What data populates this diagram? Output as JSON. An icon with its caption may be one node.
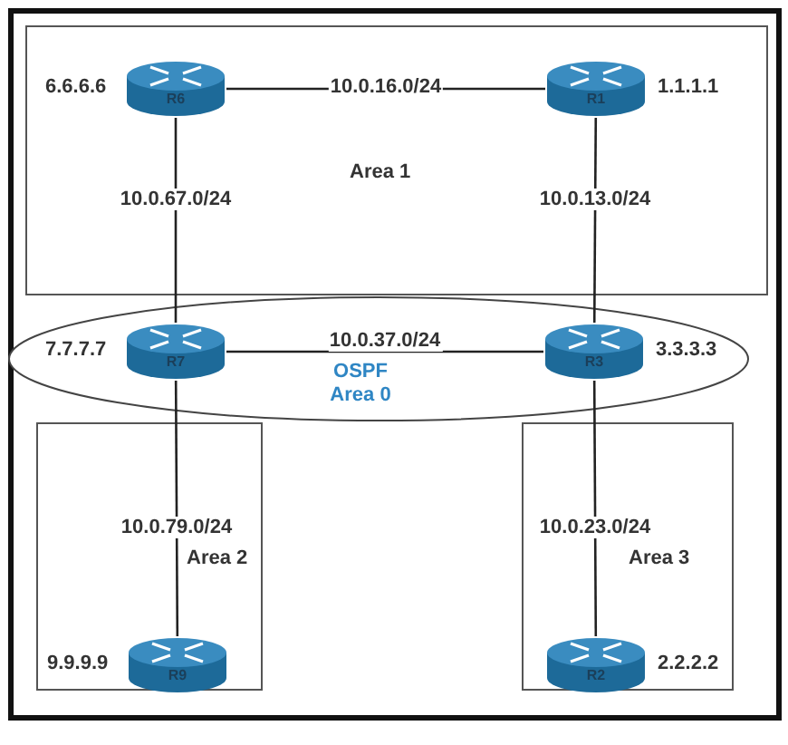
{
  "diagram": {
    "nodes": [
      {
        "text": [
          "Area 1"
        ]
      },
      {
        "text": [
          "R6"
        ],
        "in": 0,
        "beside": [
          "6.6.6.6"
        ]
      },
      {
        "text": [
          "R1"
        ],
        "in": 0,
        "beside": [
          "1.1.1.1"
        ]
      },
      {
        "text": [
          "OSPF Area 0"
        ]
      },
      {
        "text": [
          "R7"
        ],
        "in": 3,
        "beside": [
          "7.7.7.7"
        ]
      },
      {
        "text": [
          "R3"
        ],
        "in": 3,
        "beside": [
          "3.3.3.3"
        ]
      },
      {
        "text": [
          "Area 2"
        ]
      },
      {
        "text": [
          "R9"
        ],
        "in": 6,
        "beside": [
          "9.9.9.9"
        ]
      },
      {
        "text": [
          "Area 3"
        ]
      },
      {
        "text": [
          "R2"
        ],
        "in": 8,
        "beside": [
          "2.2.2.2"
        ]
      }
    ],
    "edges": [
      {
        "from": 1,
        "to": 2,
        "arrow": "none",
        "label": "10.0.16.0/24"
      },
      {
        "from": 1,
        "to": 4,
        "arrow": "none",
        "label": "10.0.67.0/24"
      },
      {
        "from": 2,
        "to": 5,
        "arrow": "none",
        "label": "10.0.13.0/24"
      },
      {
        "from": 4,
        "to": 5,
        "arrow": "none",
        "label": "10.0.37.0/24"
      },
      {
        "from": 4,
        "to": 7,
        "arrow": "none",
        "label": "10.0.79.0/24"
      },
      {
        "from": 5,
        "to": 9,
        "arrow": "none",
        "label": "10.0.23.0/24"
      }
    ]
  }
}
